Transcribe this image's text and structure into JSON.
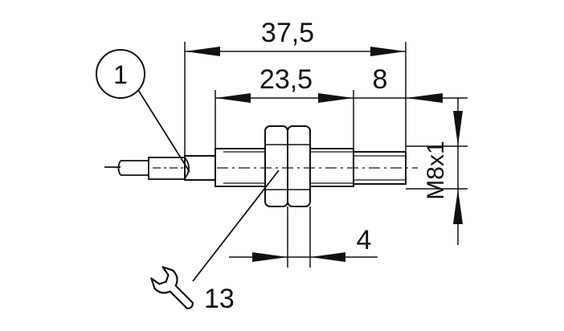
{
  "dimensions": {
    "overall_length": "37,5",
    "threaded_length": "23,5",
    "tip_length": "8",
    "nut_width": "4",
    "thread": "M8x1",
    "wrench_size": "13"
  },
  "callouts": {
    "cable_marker": "1"
  },
  "icons": {
    "wrench": "wrench-icon"
  }
}
